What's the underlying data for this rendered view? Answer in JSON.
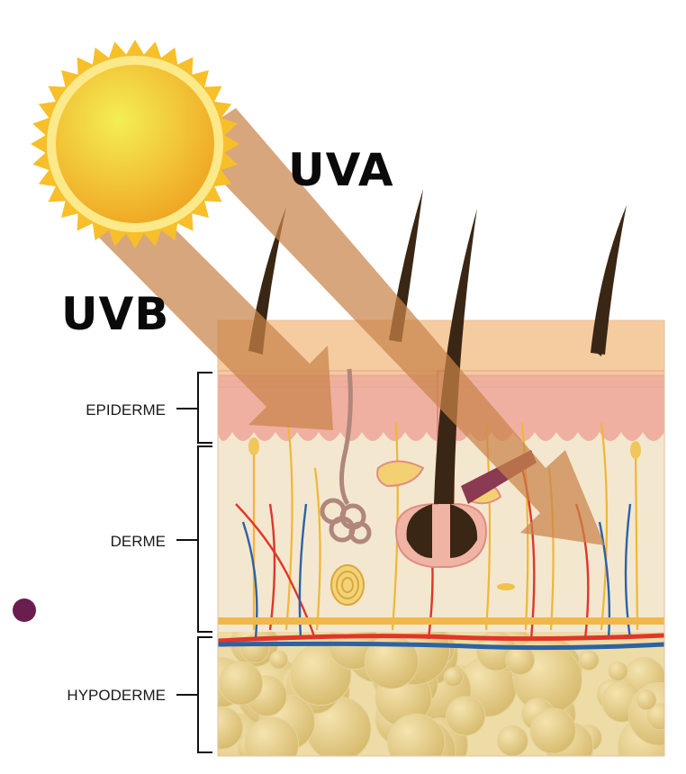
{
  "rays": {
    "uva_label": "UVA",
    "uvb_label": "UVB"
  },
  "layers": [
    {
      "key": "epiderme",
      "label": "EPIDERME"
    },
    {
      "key": "derme",
      "label": "DERME"
    },
    {
      "key": "hypoderme",
      "label": "HYPODERME"
    }
  ],
  "colors": {
    "sun_outer": "#f7bf2a",
    "sun_inner": "#f9d63a",
    "ray": "#c9834a",
    "stratum": "#f5cba0",
    "epidermis": "#efb0a2",
    "dermis": "#f3e7cf",
    "hypodermis": "#e8d392",
    "fat_cell": "#ddc47e",
    "artery": "#e0362a",
    "vein": "#2c62a6",
    "nerve": "#f0b636",
    "hair": "#3a2614",
    "marker_dot": "#6b1d4f"
  },
  "icons": {
    "sun": "sun-icon",
    "marker": "dot-icon"
  }
}
